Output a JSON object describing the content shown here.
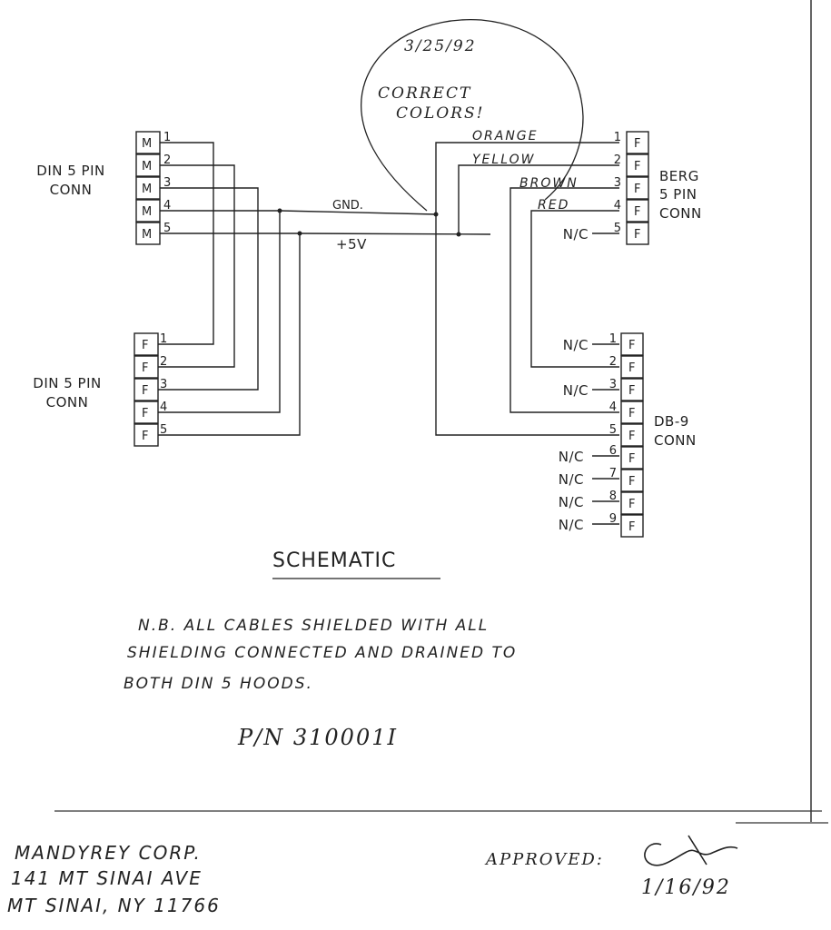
{
  "connectors": {
    "din_top": {
      "label_line1": "DIN 5 PIN",
      "label_line2": "CONN",
      "gender": "M",
      "pins": [
        "1",
        "2",
        "3",
        "4",
        "5"
      ]
    },
    "din_bottom": {
      "label_line1": "DIN 5 PIN",
      "label_line2": "CONN",
      "gender": "F",
      "pins": [
        "1",
        "2",
        "3",
        "4",
        "5"
      ]
    },
    "berg": {
      "label_line1": "BERG",
      "label_line2": "5 PIN",
      "label_line3": "CONN",
      "gender": "F",
      "pins": [
        "1",
        "2",
        "3",
        "4",
        "5"
      ],
      "nc_label": "N/C"
    },
    "db9": {
      "label_line1": "DB-9",
      "label_line2": "CONN",
      "gender": "F",
      "pins": [
        "1",
        "2",
        "3",
        "4",
        "5",
        "6",
        "7",
        "8",
        "9"
      ],
      "nc_label": "N/C"
    }
  },
  "nets": {
    "gnd": "GND.",
    "vcc": "+5V"
  },
  "wire_colors": [
    "ORANGE",
    "YELLOW",
    "BROWN",
    "RED"
  ],
  "annotation": {
    "date": "3/25/92",
    "line1": "CORRECT",
    "line2": "COLORS!"
  },
  "title": "SCHEMATIC",
  "note": {
    "line1": "N.B.  ALL  CABLES  SHIELDED  WITH  ALL",
    "line2": "SHIELDING  CONNECTED  AND  DRAINED  TO",
    "line3": "BOTH  DIN  5  HOODS."
  },
  "part_number": "P/N 310001I",
  "company": {
    "line1": "MANDYREY CORP.",
    "line2": "141 MT SINAI AVE",
    "line3": "MT SINAI, NY 11766"
  },
  "approval": {
    "label": "APPROVED:",
    "date": "1/16/92"
  }
}
